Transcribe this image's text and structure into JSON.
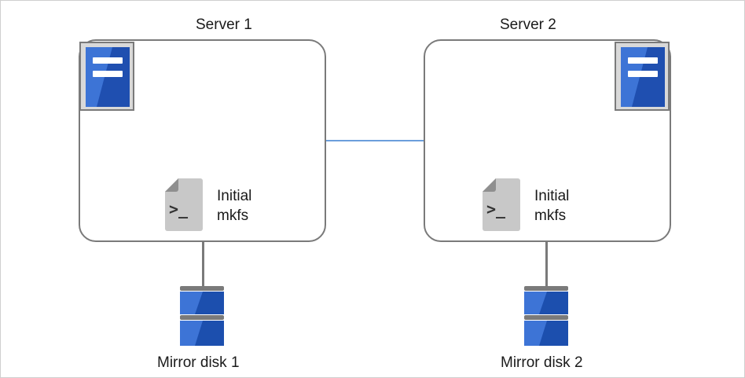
{
  "servers": [
    {
      "title": "Server 1",
      "script_line1": "Initial",
      "script_line2": "mkfs",
      "script_glyph": ">_",
      "disk_label": "Mirror disk 1"
    },
    {
      "title": "Server 2",
      "script_line1": "Initial",
      "script_line2": "mkfs",
      "script_glyph": ">_",
      "disk_label": "Mirror disk 2"
    }
  ],
  "colors": {
    "server_blue": "#1f4fb0",
    "server_blue_light": "#3d74d6",
    "disk_blue": "#1c4fae",
    "link_line": "#6b9edc",
    "outline_gray": "#7a7a7a"
  },
  "icons": {
    "server": "server-icon",
    "script": "terminal-script-icon",
    "disk": "disk-icon"
  }
}
